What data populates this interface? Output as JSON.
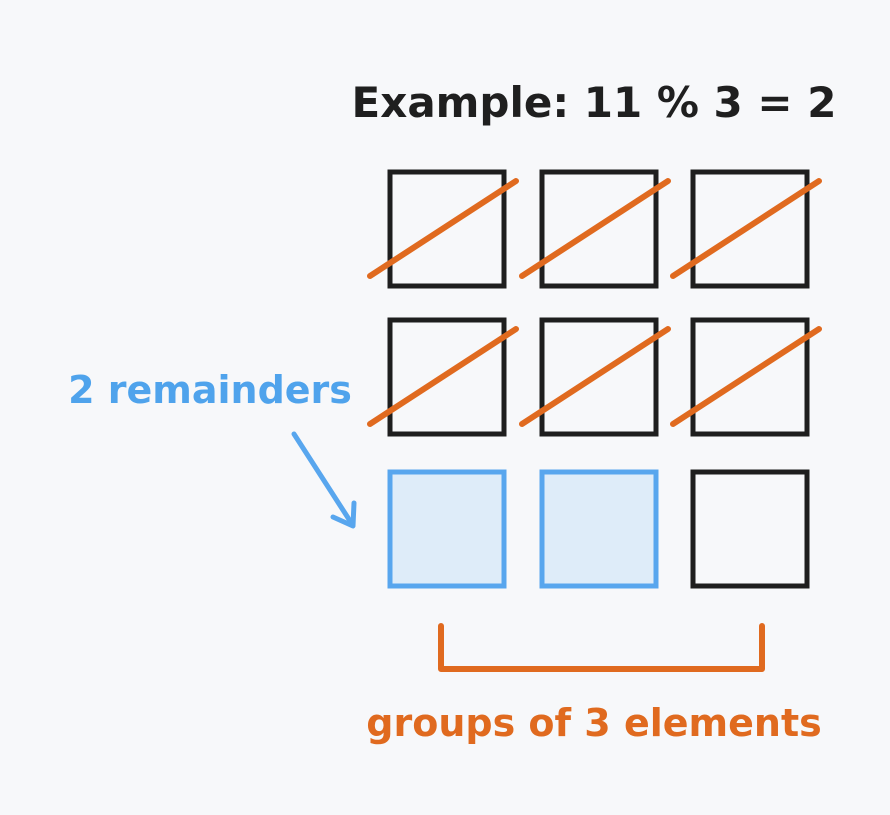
{
  "title": "Example: 11 % 3 = 2",
  "remainder_label": "2 remainders",
  "group_label": "groups of 3 elements",
  "grid": {
    "rows": 3,
    "columns": 3,
    "cells": [
      {
        "row": 0,
        "col": 0,
        "state": "crossed"
      },
      {
        "row": 0,
        "col": 1,
        "state": "crossed"
      },
      {
        "row": 0,
        "col": 2,
        "state": "crossed"
      },
      {
        "row": 1,
        "col": 0,
        "state": "crossed"
      },
      {
        "row": 1,
        "col": 1,
        "state": "crossed"
      },
      {
        "row": 1,
        "col": 2,
        "state": "crossed"
      },
      {
        "row": 2,
        "col": 0,
        "state": "remainder"
      },
      {
        "row": 2,
        "col": 1,
        "state": "remainder"
      },
      {
        "row": 2,
        "col": 2,
        "state": "empty"
      }
    ]
  },
  "colors": {
    "background": "#f7f8fa",
    "text": "#1f1f1f",
    "box_stroke": "#1e1e1e",
    "cross": "#e06a1f",
    "remainder_stroke": "#58a6ee",
    "remainder_fill": "#deecf9",
    "remainder_text": "#4fa3ec",
    "group_text": "#e06a1f"
  }
}
